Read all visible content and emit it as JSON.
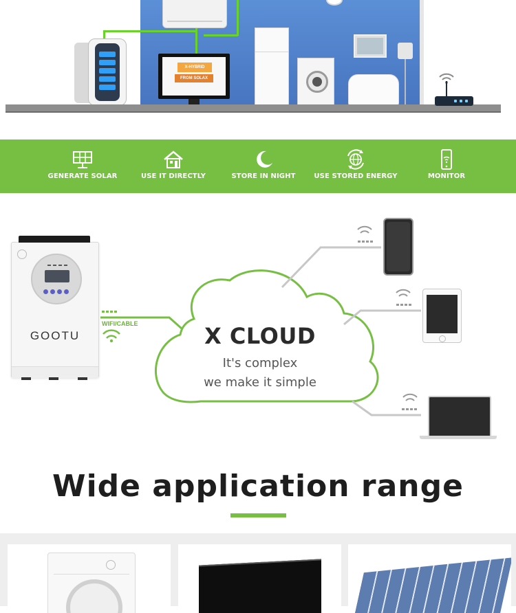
{
  "scene": {
    "tv_banner_top": "X-HYBRID",
    "tv_banner_text": "FROM SOLAX"
  },
  "feature_bar": {
    "background_color": "#76bf43",
    "items": [
      {
        "label": "GENERATE SOLAR",
        "icon": "solar-panel-icon"
      },
      {
        "label": "USE IT DIRECTLY",
        "icon": "house-icon"
      },
      {
        "label": "STORE IN NIGHT",
        "icon": "moon-icon"
      },
      {
        "label": "USE STORED ENERGY",
        "icon": "globe-cycle-icon"
      },
      {
        "label": "MONITOR",
        "icon": "phone-icon"
      }
    ]
  },
  "cloud_diagram": {
    "device_brand": "GOOTU",
    "connection_label": "WIFI/CABLE",
    "cloud_title": "X CLOUD",
    "cloud_subtitle_line1": "It's complex",
    "cloud_subtitle_line2": "we make it simple",
    "line_color": "#76bf43",
    "endpoints": [
      "phone",
      "tablet",
      "laptop"
    ]
  },
  "applications": {
    "title": "Wide application range",
    "accent_color": "#76bf43",
    "cards": [
      "washing-machine",
      "television",
      "solar-panels"
    ]
  }
}
